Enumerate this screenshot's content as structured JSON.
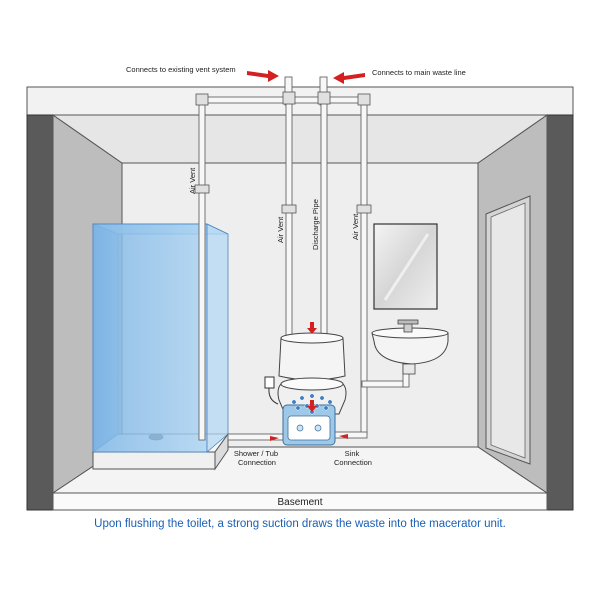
{
  "labels": {
    "vent_system": "Connects to existing vent system",
    "waste_line": "Connects to main waste line",
    "air_vent_1": "Air Vent",
    "air_vent_2": "Air Vent",
    "air_vent_3": "Air Vent",
    "discharge_pipe": "Discharge Pipe",
    "shower_conn_1": "Shower / Tub",
    "shower_conn_2": "Connection",
    "sink_conn_1": "Sink",
    "sink_conn_2": "Connection",
    "basement": "Basement"
  },
  "caption": "Upon flushing the toilet, a strong suction draws the waste into the macerator unit.",
  "colors": {
    "arrow": "#d42020",
    "caption": "#1a5fb4",
    "shower_glass": "#8fc3ea",
    "wall": "#8a8a8a",
    "back_wall": "#eeeeee",
    "floor": "#f2f2f2",
    "pipe": "#f2f2f2",
    "macerator_blue": "#9dc8e8"
  },
  "icons": [
    "red-arrow-icon",
    "outlet-icon",
    "drain-icon"
  ]
}
